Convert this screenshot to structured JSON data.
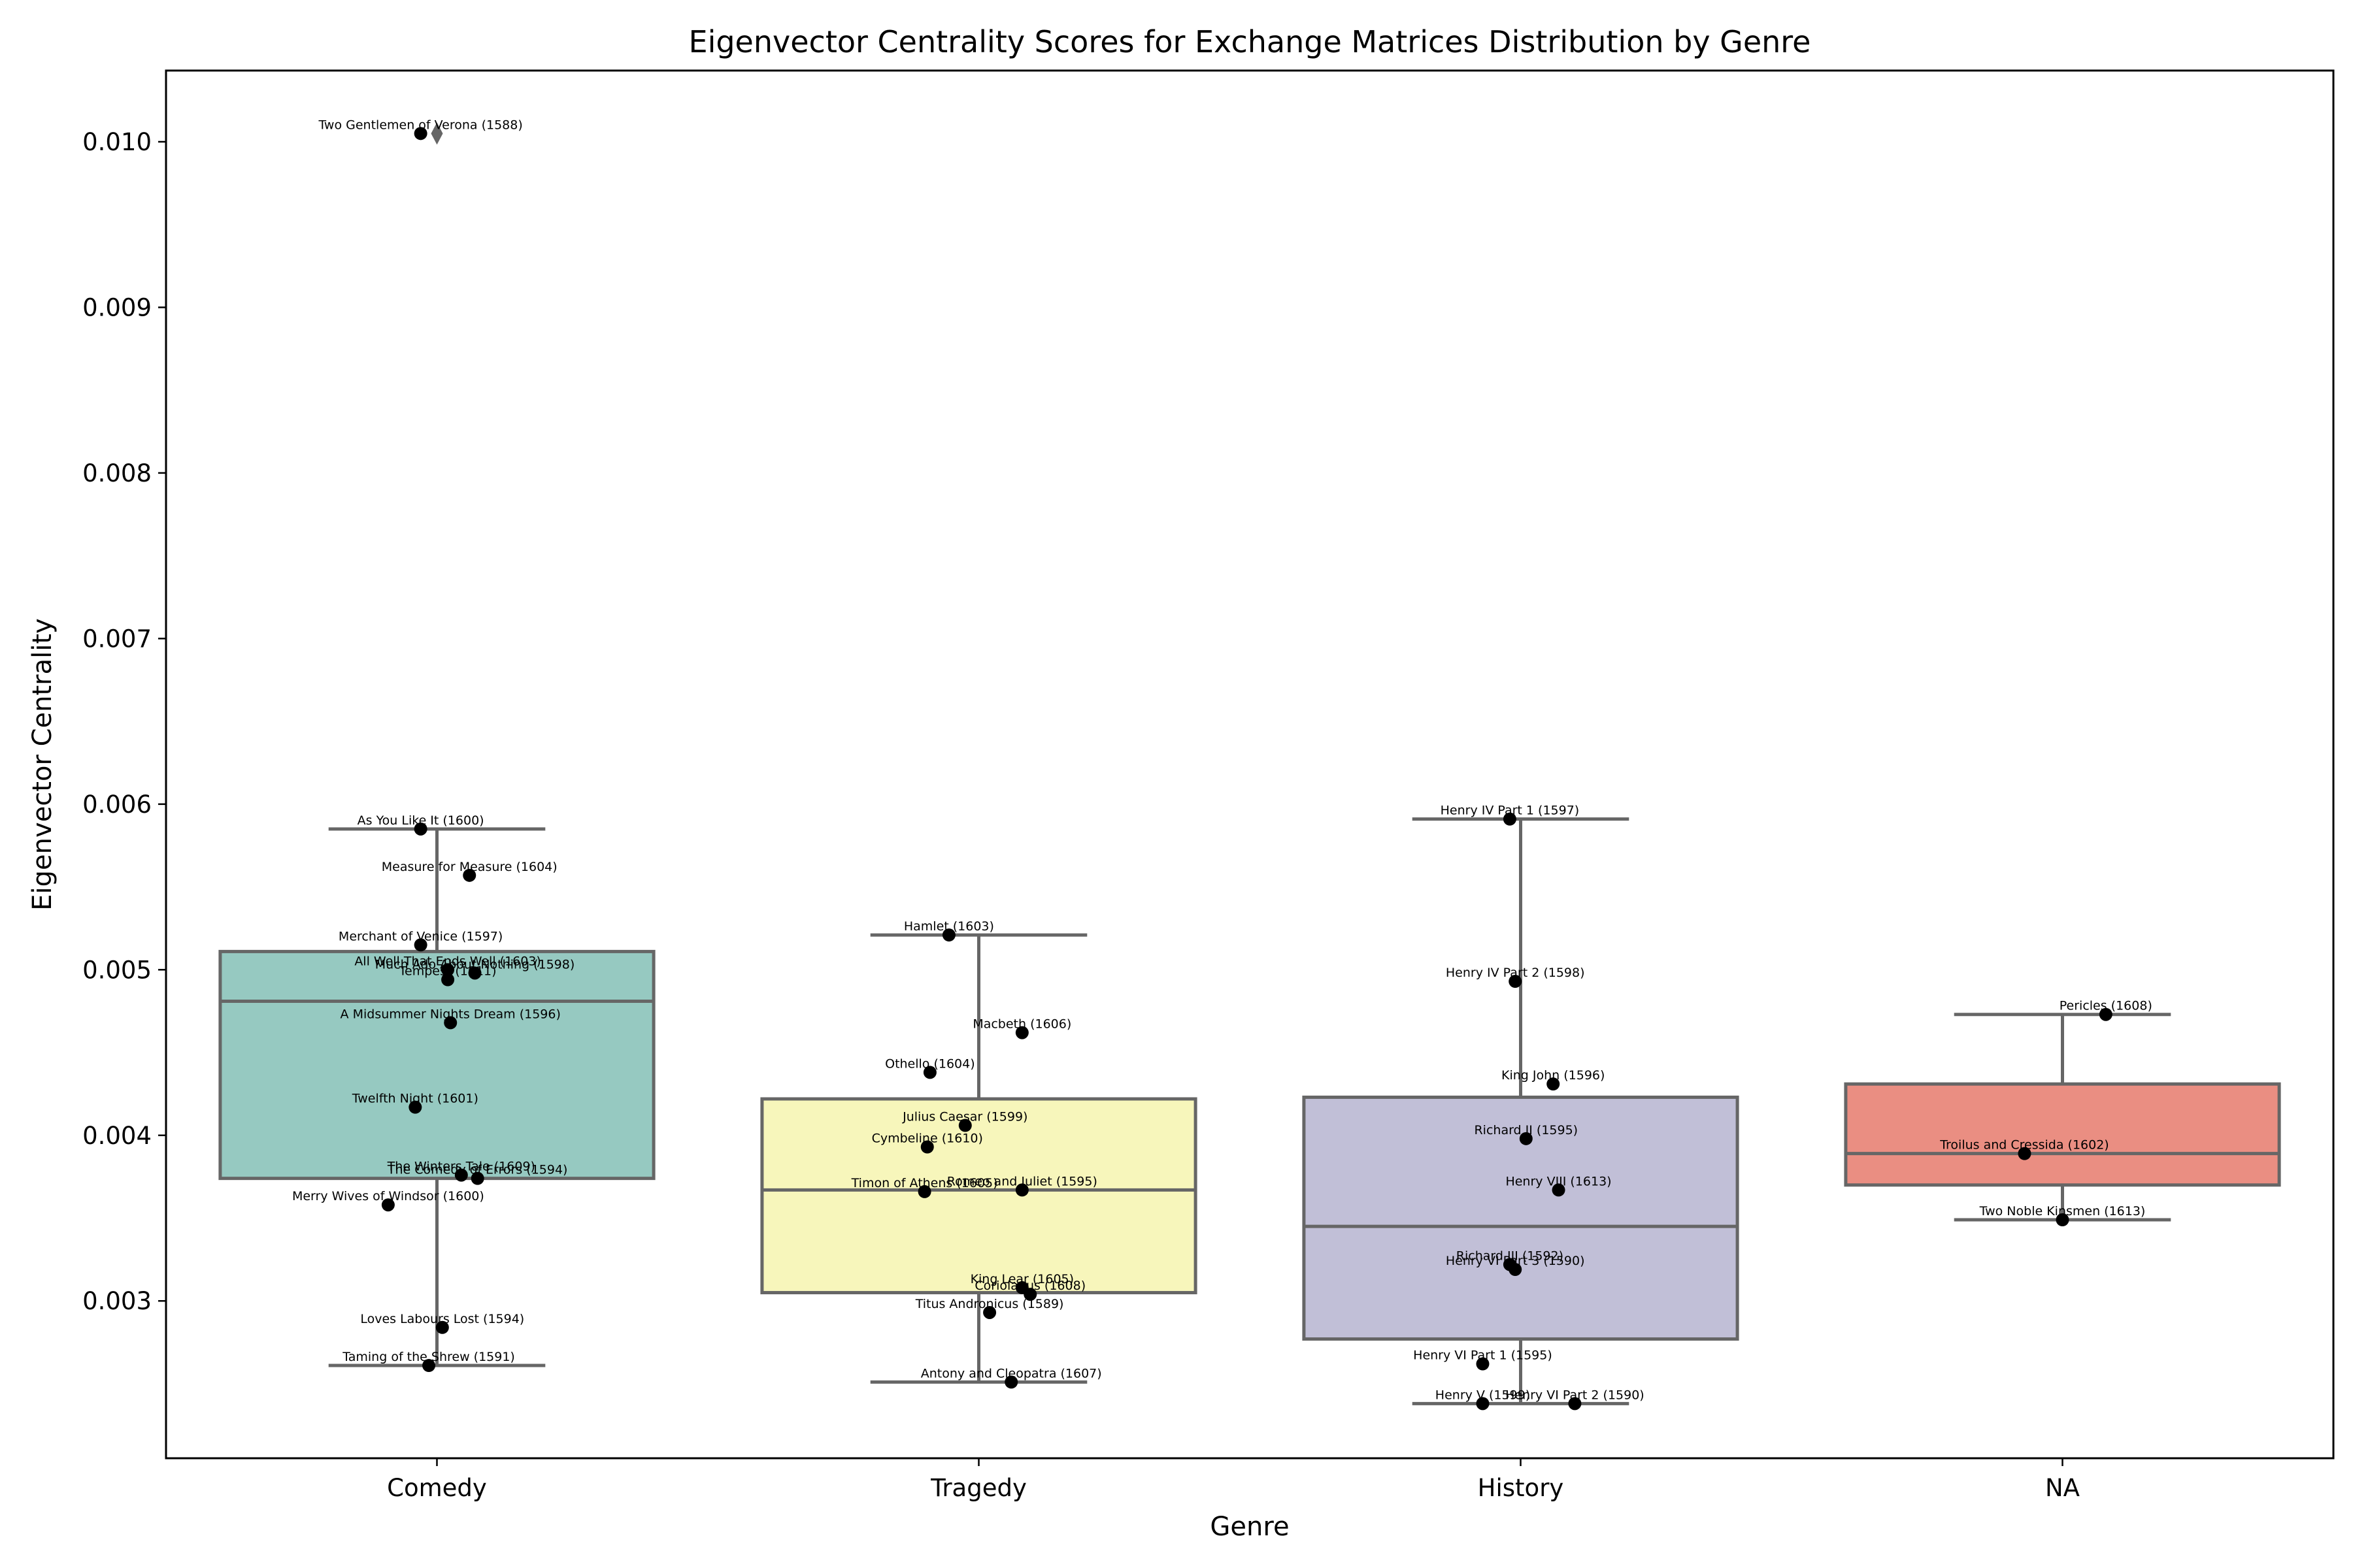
{
  "chart_data": {
    "type": "box",
    "title": "Eigenvector Centrality Scores for Exchange Matrices Distribution by Genre",
    "xlabel": "Genre",
    "ylabel": "Eigenvector Centrality",
    "ylim": [
      0.00205,
      0.01043
    ],
    "yticks": [
      "0.003",
      "0.004",
      "0.005",
      "0.006",
      "0.007",
      "0.008",
      "0.009",
      "0.010"
    ],
    "ytick_values": [
      0.003,
      0.004,
      0.005,
      0.006,
      0.007,
      0.008,
      0.009,
      0.01
    ],
    "categories": [
      "Comedy",
      "Tragedy",
      "History",
      "NA"
    ],
    "grid": false,
    "colors": {
      "Comedy": "#96c9c1",
      "Tragedy": "#f7f6bb",
      "History": "#c1bfd7",
      "NA": "#ea8e82",
      "box_edge": "#666666",
      "point": "#000000"
    },
    "boxes": [
      {
        "category": "Comedy",
        "q1": 0.00374,
        "median": 0.00481,
        "q3": 0.00511,
        "whisker_low": 0.00261,
        "whisker_high": 0.00585,
        "outliers": [
          0.01005
        ]
      },
      {
        "category": "Tragedy",
        "q1": 0.00305,
        "median": 0.00367,
        "q3": 0.00422,
        "whisker_low": 0.00251,
        "whisker_high": 0.00521,
        "outliers": []
      },
      {
        "category": "History",
        "q1": 0.00277,
        "median": 0.00345,
        "q3": 0.00423,
        "whisker_low": 0.00238,
        "whisker_high": 0.00591,
        "outliers": []
      },
      {
        "category": "NA",
        "q1": 0.0037,
        "median": 0.00389,
        "q3": 0.00431,
        "whisker_low": 0.00349,
        "whisker_high": 0.00473,
        "outliers": []
      }
    ],
    "points": [
      {
        "label": "Two Gentlemen of Verona (1588)",
        "category": "Comedy",
        "y": 0.01005,
        "jitter": -0.03
      },
      {
        "label": "As You Like It (1600)",
        "category": "Comedy",
        "y": 0.00585,
        "jitter": -0.03
      },
      {
        "label": "Measure for Measure (1604)",
        "category": "Comedy",
        "y": 0.00557,
        "jitter": 0.06
      },
      {
        "label": "Merchant of Venice (1597)",
        "category": "Comedy",
        "y": 0.00515,
        "jitter": -0.03
      },
      {
        "label": "All Well That Ends Well (1603)",
        "category": "Comedy",
        "y": 0.005,
        "jitter": 0.02
      },
      {
        "label": "Much Ado About Nothing (1598)",
        "category": "Comedy",
        "y": 0.00498,
        "jitter": 0.07
      },
      {
        "label": "Tempest (1611)",
        "category": "Comedy",
        "y": 0.00494,
        "jitter": 0.02
      },
      {
        "label": "A Midsummer Nights Dream (1596)",
        "category": "Comedy",
        "y": 0.00468,
        "jitter": 0.025
      },
      {
        "label": "Twelfth Night (1601)",
        "category": "Comedy",
        "y": 0.00417,
        "jitter": -0.04
      },
      {
        "label": "The Winters Tale (1609)",
        "category": "Comedy",
        "y": 0.00376,
        "jitter": 0.045
      },
      {
        "label": "The Comedy of Errors (1594)",
        "category": "Comedy",
        "y": 0.00374,
        "jitter": 0.075
      },
      {
        "label": "Merry Wives of Windsor (1600)",
        "category": "Comedy",
        "y": 0.00358,
        "jitter": -0.09
      },
      {
        "label": "Loves Labours Lost (1594)",
        "category": "Comedy",
        "y": 0.00284,
        "jitter": 0.01
      },
      {
        "label": "Taming of the Shrew (1591)",
        "category": "Comedy",
        "y": 0.00261,
        "jitter": -0.015
      },
      {
        "label": "Hamlet (1603)",
        "category": "Tragedy",
        "y": 0.00521,
        "jitter": -0.055
      },
      {
        "label": "Macbeth (1606)",
        "category": "Tragedy",
        "y": 0.00462,
        "jitter": 0.08
      },
      {
        "label": "Othello (1604)",
        "category": "Tragedy",
        "y": 0.00438,
        "jitter": -0.09
      },
      {
        "label": "Julius Caesar (1599)",
        "category": "Tragedy",
        "y": 0.00406,
        "jitter": -0.025
      },
      {
        "label": "Cymbeline (1610)",
        "category": "Tragedy",
        "y": 0.00393,
        "jitter": -0.095
      },
      {
        "label": "Romeo and Juliet (1595)",
        "category": "Tragedy",
        "y": 0.00367,
        "jitter": 0.08
      },
      {
        "label": "Timon of Athens (1605)",
        "category": "Tragedy",
        "y": 0.00366,
        "jitter": -0.1
      },
      {
        "label": "King Lear (1605)",
        "category": "Tragedy",
        "y": 0.00308,
        "jitter": 0.08
      },
      {
        "label": "Coriolanus (1608)",
        "category": "Tragedy",
        "y": 0.00304,
        "jitter": 0.095
      },
      {
        "label": "Titus Andronicus (1589)",
        "category": "Tragedy",
        "y": 0.00293,
        "jitter": 0.02
      },
      {
        "label": "Antony and Cleopatra (1607)",
        "category": "Tragedy",
        "y": 0.00251,
        "jitter": 0.06
      },
      {
        "label": "Henry IV Part 1 (1597)",
        "category": "History",
        "y": 0.00591,
        "jitter": -0.02
      },
      {
        "label": "Henry IV Part 2 (1598)",
        "category": "History",
        "y": 0.00493,
        "jitter": -0.01
      },
      {
        "label": "King John (1596)",
        "category": "History",
        "y": 0.00431,
        "jitter": 0.06
      },
      {
        "label": "Richard II (1595)",
        "category": "History",
        "y": 0.00398,
        "jitter": 0.01
      },
      {
        "label": "Henry VIII (1613)",
        "category": "History",
        "y": 0.00367,
        "jitter": 0.07
      },
      {
        "label": "Richard III (1592)",
        "category": "History",
        "y": 0.00322,
        "jitter": -0.02
      },
      {
        "label": "Henry VI Part 3 (1590)",
        "category": "History",
        "y": 0.00319,
        "jitter": -0.01
      },
      {
        "label": "Henry VI Part 1 (1595)",
        "category": "History",
        "y": 0.00262,
        "jitter": -0.07
      },
      {
        "label": "Henry V (1599)",
        "category": "History",
        "y": 0.00238,
        "jitter": -0.07
      },
      {
        "label": "Henry VI Part 2 (1590)",
        "category": "History",
        "y": 0.00238,
        "jitter": 0.1
      },
      {
        "label": "Pericles (1608)",
        "category": "NA",
        "y": 0.00473,
        "jitter": 0.08
      },
      {
        "label": "Troilus and Cressida (1602)",
        "category": "NA",
        "y": 0.00389,
        "jitter": -0.07
      },
      {
        "label": "Two Noble Kinsmen (1613)",
        "category": "NA",
        "y": 0.00349,
        "jitter": 0.0
      }
    ]
  }
}
